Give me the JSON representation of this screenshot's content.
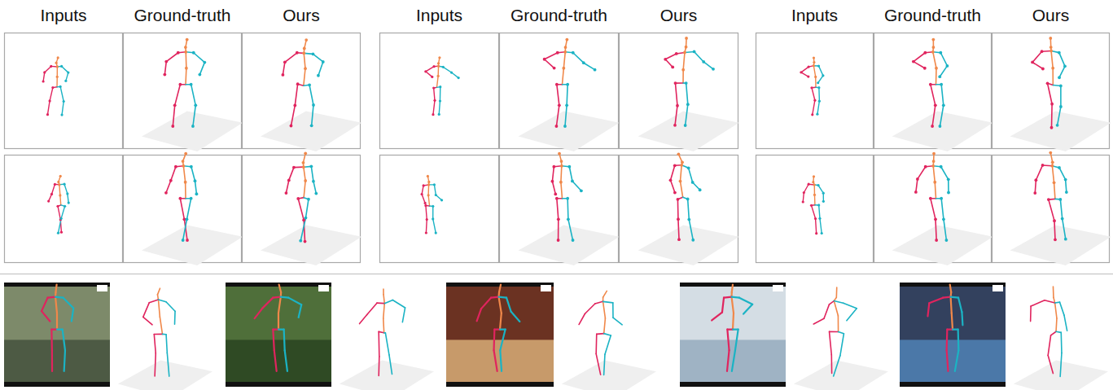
{
  "diagram": {
    "labels": [
      "Inputs",
      "Ground-truth",
      "Ours",
      "Inputs",
      "Ground-truth",
      "Ours",
      "Inputs",
      "Ground-truth",
      "Ours"
    ]
  }
}
